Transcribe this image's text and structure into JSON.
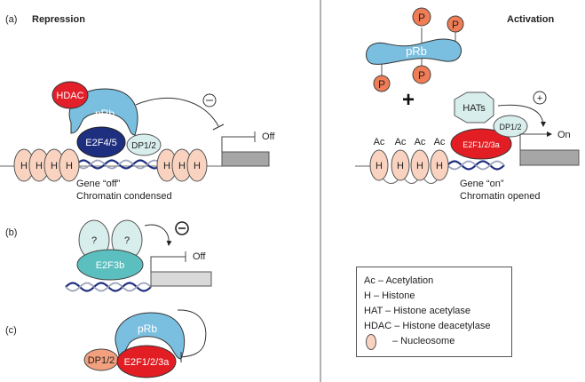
{
  "panels": {
    "a": {
      "letter": "(a)",
      "title": "Repression",
      "hdac": "HDAC",
      "prb": "pRb",
      "e2f": "E2F4/5",
      "dp": "DP1/2",
      "histone": "H",
      "sign": "−",
      "promoter_state": "Off",
      "caption_line1": "Gene “off”",
      "caption_line2": "Chromatin condensed"
    },
    "activation": {
      "title": "Activation",
      "prb": "pRb",
      "phosphate": "P",
      "plus": "+",
      "hats": "HATs",
      "dp": "DP1/2",
      "e2f": "E2F1/2/3a",
      "acetyl": "Ac",
      "histone": "H",
      "sign": "+",
      "promoter_state": "On",
      "caption_line1": "Gene “on”",
      "caption_line2": "Chromatin opened"
    },
    "b": {
      "letter": "(b)",
      "unknown": "?",
      "e2f": "E2F3b",
      "sign": "−",
      "promoter_state": "Off"
    },
    "c": {
      "letter": "(c)",
      "prb": "pRb",
      "dp": "DP1/2",
      "e2f": "E2F1/2/3a"
    }
  },
  "legend": {
    "items": [
      "Ac – Acetylation",
      "H – Histone",
      "HAT – Histone acetylase",
      "HDAC – Histone deacetylase",
      "– Nucleosome"
    ]
  },
  "colors": {
    "hdac": "#e3202a",
    "prb": "#7bbfe0",
    "e2f45": "#1f2f80",
    "dp_light": "#d8eeec",
    "nucleosome": "#f9d3c0",
    "e2f3b": "#5bbfbf",
    "e2f123a": "#e21d23",
    "phosphate": "#ef7d55",
    "dp_orange": "#f2a07e",
    "gene_box_dark": "#a6a6a6",
    "gene_box_light": "#d9d9d9"
  }
}
